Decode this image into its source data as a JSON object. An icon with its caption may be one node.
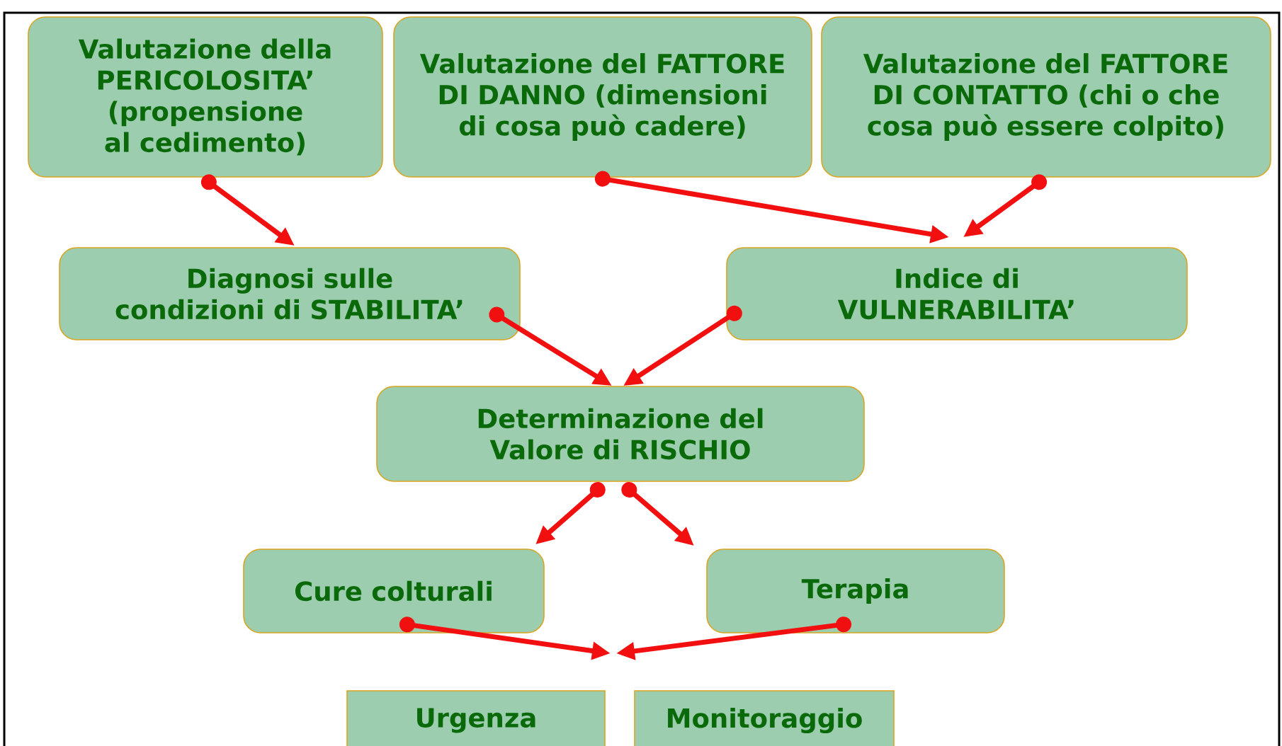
{
  "diagram": {
    "nodes": [
      {
        "text": [
          "Valutazione della PERICOLOSITA’ (propensione al cedimento)"
        ]
      },
      {
        "text": [
          "Valutazione del FATTORE DI DANNO (dimensioni di cosa può cadere)"
        ]
      },
      {
        "text": [
          "Valutazione del FATTORE DI CONTATTO (chi o che cosa può essere colpito)"
        ]
      },
      {
        "text": [
          "Diagnosi sulle condizioni di STABILITA’"
        ]
      },
      {
        "text": [
          "Indice di VULNERABILITA’"
        ]
      },
      {
        "text": [
          "Determinazione del Valore di RISCHIO"
        ]
      },
      {
        "text": [
          "Cure colturali"
        ]
      },
      {
        "text": [
          "Terapia"
        ]
      },
      {
        "text": [
          "Urgenza"
        ]
      },
      {
        "text": [
          "Monitoraggio"
        ]
      }
    ],
    "edges": [
      {
        "from": 0,
        "to": 3,
        "arrow": "to"
      },
      {
        "from": 1,
        "to": 4,
        "arrow": "to"
      },
      {
        "from": 2,
        "to": 4,
        "arrow": "to"
      },
      {
        "from": 3,
        "to": 5,
        "arrow": "to"
      },
      {
        "from": 4,
        "to": 5,
        "arrow": "to"
      },
      {
        "from": 5,
        "to": 6,
        "arrow": "to"
      },
      {
        "from": 5,
        "to": 7,
        "arrow": "to"
      },
      {
        "from": 6,
        "to": 8,
        "arrow": "to"
      },
      {
        "from": 7,
        "to": 9,
        "arrow": "to"
      }
    ]
  }
}
